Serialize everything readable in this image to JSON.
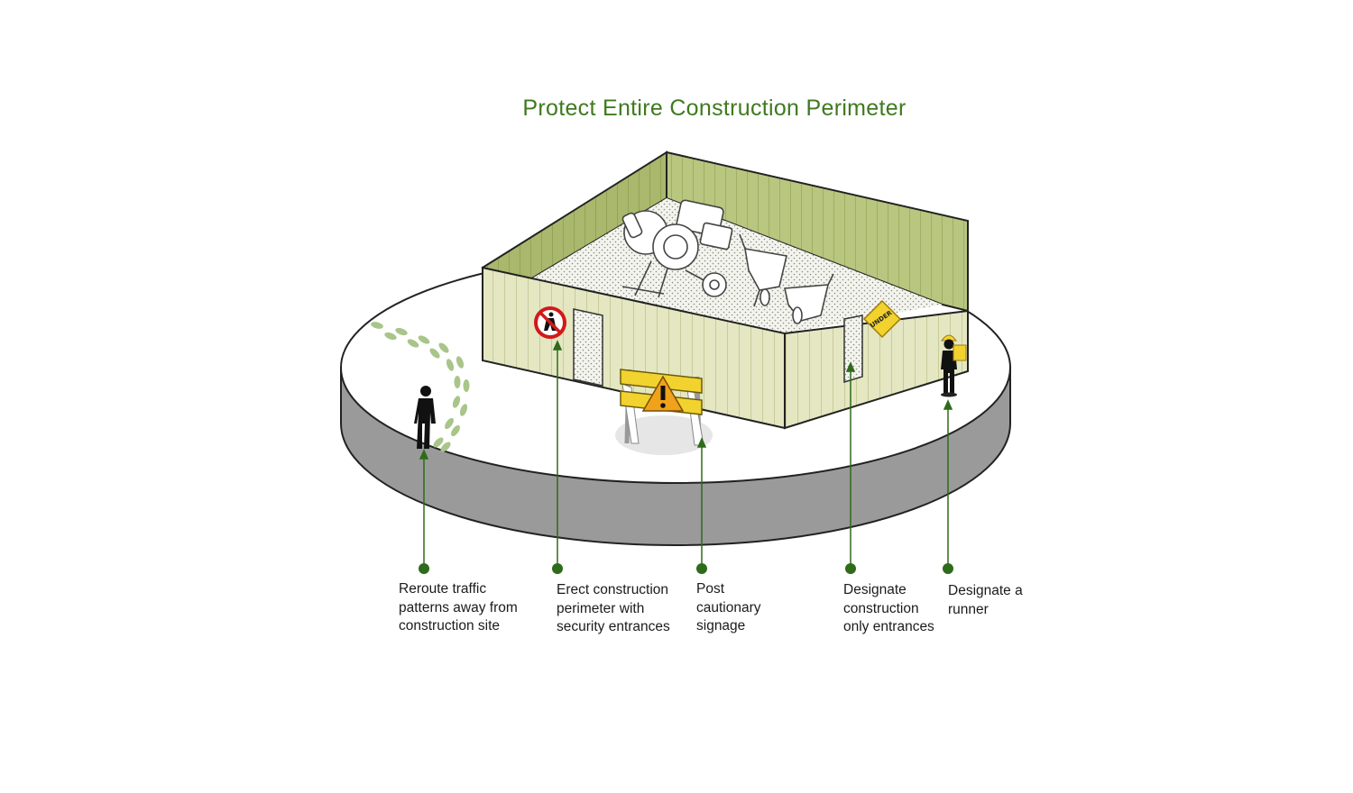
{
  "title": "Protect Entire Construction Perimeter",
  "colors": {
    "title_green": "#3f7a1f",
    "callout_green": "#2e6b1a",
    "wall_light": "#e4e7c2",
    "wall_inner": "#b7c47f",
    "platform_side": "#9a9a9a",
    "platform_top": "#ffffff",
    "footprint_green": "#9fbf7a",
    "barricade_yellow": "#f2d22e",
    "warning_orange": "#f0a21a",
    "no_pedestrian_red": "#d11a1a"
  },
  "icons": {
    "no_pedestrian": "no-pedestrian-sign-icon",
    "under_construction": "under-construction-sign-icon",
    "barricade": "warning-barricade-icon",
    "pedestrian": "pedestrian-silhouette-icon",
    "runner": "hard-hat-worker-icon",
    "footprints": "footprints-trail-icon",
    "cement_mixer": "cement-mixer-icon",
    "wheelbarrow": "wheelbarrow-icon"
  },
  "sign_text": {
    "under": "UNDER"
  },
  "callouts": [
    {
      "id": "reroute",
      "lines": [
        "Reroute traffic",
        "patterns away from",
        "construction site"
      ]
    },
    {
      "id": "perimeter",
      "lines": [
        "Erect construction",
        "perimeter with",
        "security entrances"
      ]
    },
    {
      "id": "signage",
      "lines": [
        "Post",
        "cautionary",
        "signage"
      ]
    },
    {
      "id": "entrances",
      "lines": [
        "Designate",
        "construction",
        "only entrances"
      ]
    },
    {
      "id": "runner",
      "lines": [
        "Designate a",
        "runner"
      ]
    }
  ]
}
